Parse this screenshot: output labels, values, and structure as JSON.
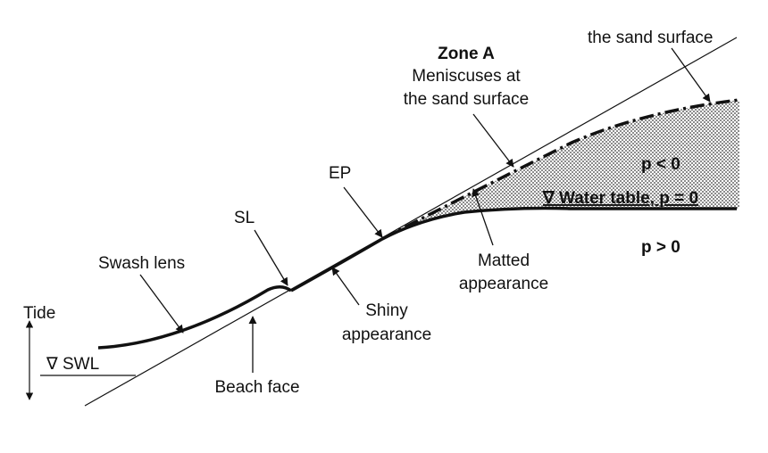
{
  "diagram": {
    "colors": {
      "ink": "#111111",
      "background": "#ffffff",
      "hatch": "#9a9a9a"
    },
    "labels": {
      "zone_title": "Zone A",
      "zone_line1": "Meniscuses at",
      "zone_line2": "the sand surface",
      "top_clipped": "the sand surface",
      "p_negative": "p < 0",
      "water_table": "∇ Water table, p = 0",
      "p_positive": "p > 0",
      "ep": "EP",
      "sl": "SL",
      "swash_lens": "Swash lens",
      "matted_line1": "Matted",
      "matted_line2": "appearance",
      "shiny_line1": "Shiny",
      "shiny_line2": "appearance",
      "tide": "Tide",
      "swl": "∇ SWL",
      "beach_face": "Beach face"
    }
  }
}
